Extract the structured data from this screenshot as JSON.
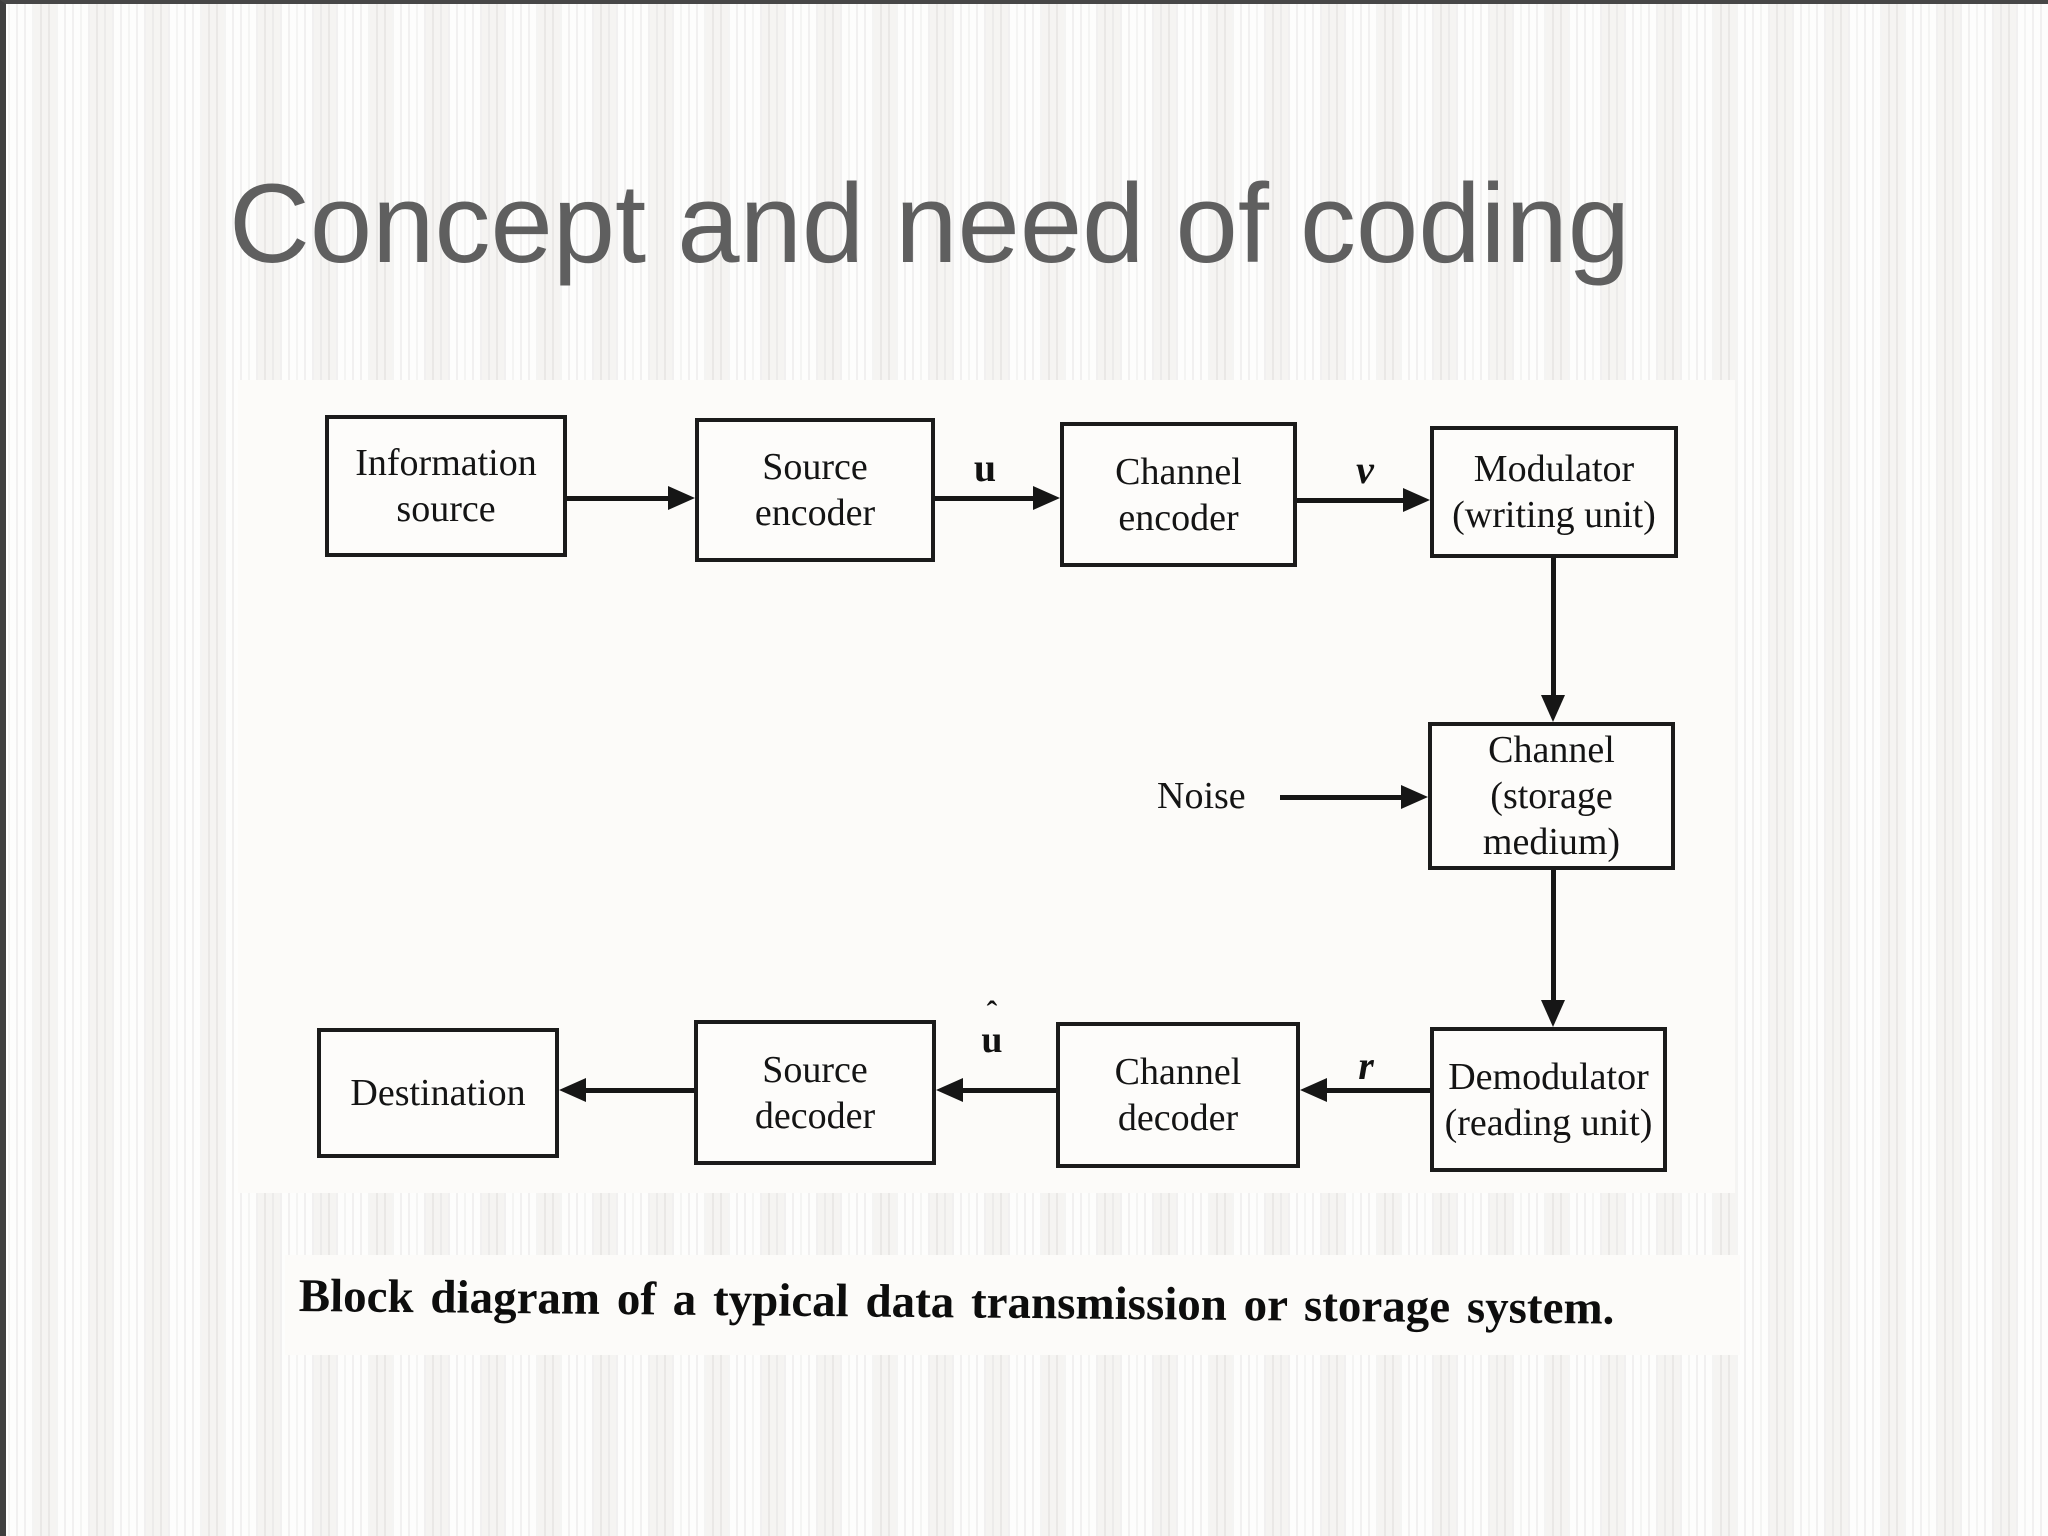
{
  "slide": {
    "title": "Concept and need of coding",
    "caption": "Block diagram of a typical data transmission or storage system."
  },
  "diagram": {
    "boxes": {
      "information_source": {
        "lines": [
          "Information",
          "source"
        ]
      },
      "source_encoder": {
        "lines": [
          "Source",
          "encoder"
        ]
      },
      "channel_encoder": {
        "lines": [
          "Channel",
          "encoder"
        ]
      },
      "modulator": {
        "lines": [
          "Modulator",
          "(writing unit)"
        ]
      },
      "channel_storage": {
        "lines": [
          "Channel",
          "(storage",
          "medium)"
        ]
      },
      "demodulator": {
        "lines": [
          "Demodulator",
          "(reading unit)"
        ]
      },
      "channel_decoder": {
        "lines": [
          "Channel",
          "decoder"
        ]
      },
      "source_decoder": {
        "lines": [
          "Source",
          "decoder"
        ]
      },
      "destination": {
        "lines": [
          "Destination"
        ]
      }
    },
    "labels": {
      "u": "u",
      "v": "v",
      "r": "r",
      "u_hat_caret": "ˆ",
      "u_hat_letter": "u",
      "noise": "Noise"
    }
  },
  "colors": {
    "title_gray": "#5f5f5f",
    "ink_black": "#161616",
    "panel_white": "#fcfbf9",
    "edge_gray": "#3e3e3e"
  }
}
